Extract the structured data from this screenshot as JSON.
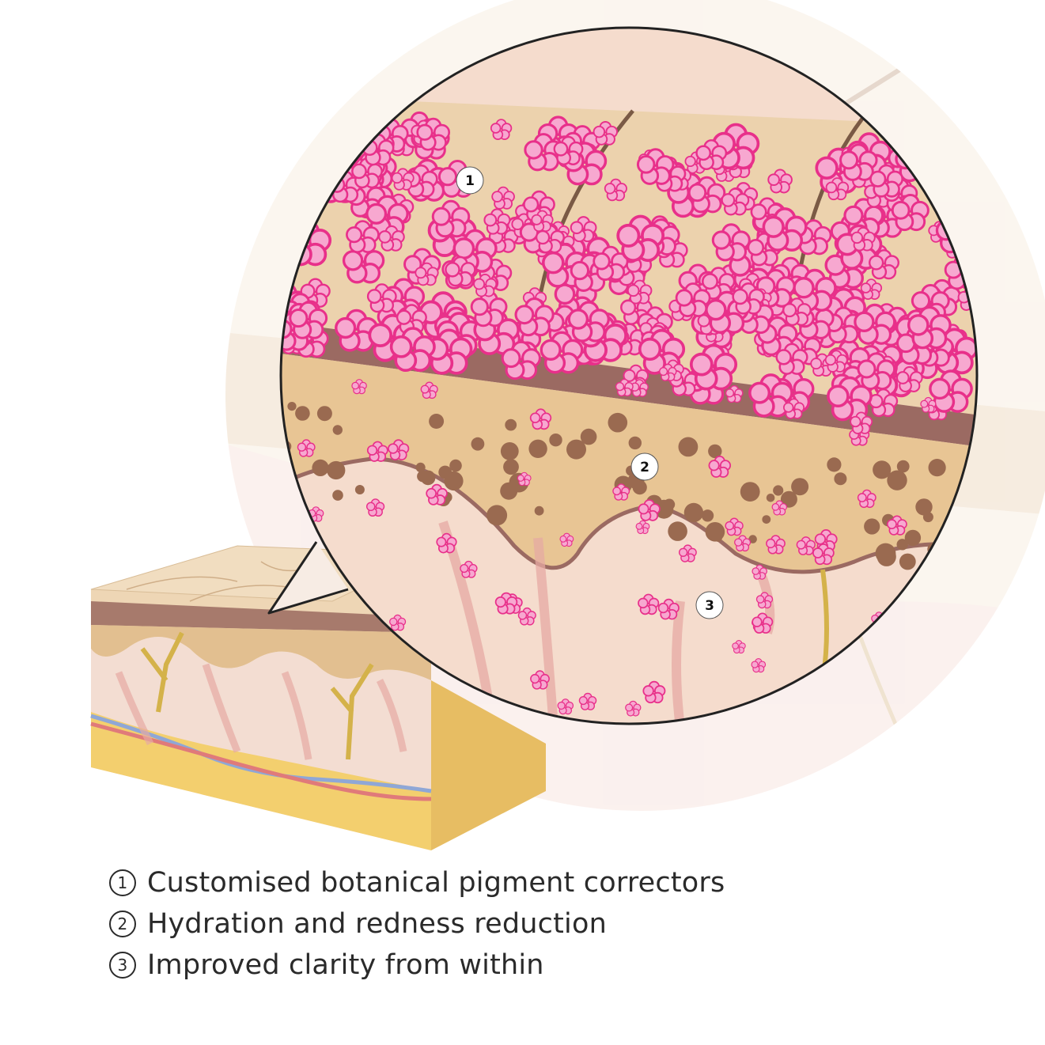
{
  "markers": [
    {
      "id": "1",
      "label": "1"
    },
    {
      "id": "2",
      "label": "2"
    },
    {
      "id": "3",
      "label": "3"
    }
  ],
  "legend": [
    {
      "number": "1",
      "text": "Customised botanical pigment correctors"
    },
    {
      "number": "2",
      "text": "Hydration and redness reduction"
    },
    {
      "number": "3",
      "text": "Improved clarity from within"
    }
  ],
  "colors": {
    "flower_pink": "#f7a8d0",
    "flower_outline": "#e8308a",
    "epidermis": "#ecd2ad",
    "basal_band": "#9b6a62",
    "pigment_layer": "#e8c594",
    "pigment_dot": "#9a6a50",
    "dermis": "#f5dccd",
    "fat": "#f3cf6e",
    "vein_blue": "#8fa7d6",
    "artery_red": "#e07a7a",
    "outline": "#2b2b2b"
  }
}
